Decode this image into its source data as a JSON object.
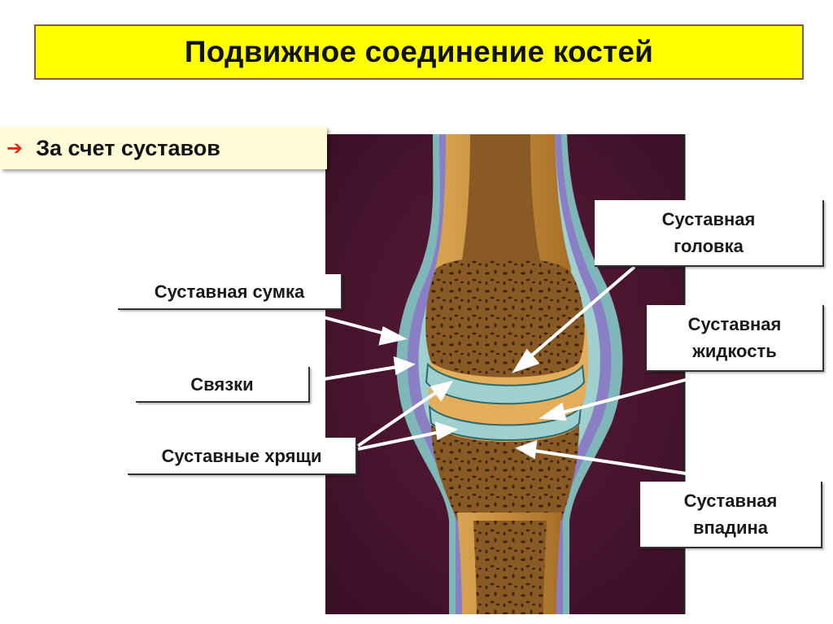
{
  "title": "Подвижное соединение костей",
  "bullet": {
    "icon": "right-arrow-icon",
    "icon_color": "#e8280f",
    "text": "За счет суставов"
  },
  "labels": {
    "joint_head": "Суставная\nголовка",
    "joint_capsule": "Суставная сумка",
    "synovial_fluid": "Суставная\nжидкость",
    "ligaments": "Связки",
    "cartilages": "Суставные хрящи",
    "joint_socket": "Суставная\nвпадина"
  },
  "colors": {
    "title_background": "#ffff00",
    "illustration_background": "#4a1630",
    "bone": "#c58a3a",
    "marrow": "#7a4a1c",
    "cartilage_outer": "#7fb7b8",
    "capsule": "#8a7ec4",
    "pointer_arrows": "#ffffff"
  }
}
